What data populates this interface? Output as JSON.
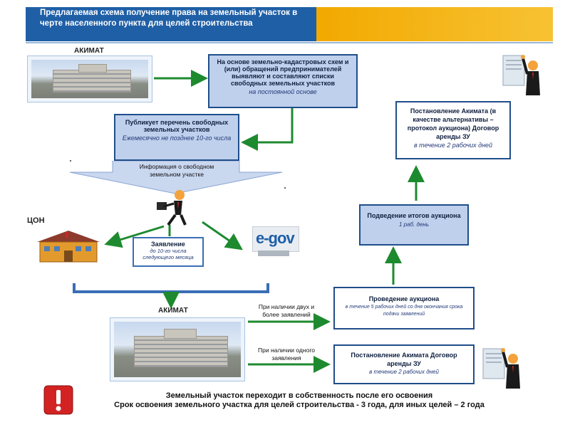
{
  "header": {
    "title": "Предлагаемая схема получение  права на земельный участок в черте населенного пункта  для целей строительства"
  },
  "akimat_label_top": "АКИМАТ",
  "akimat_label_bottom": "АКИМАТ",
  "tson_label": "ЦОН",
  "egov_label": "e-gov",
  "box_lists": {
    "text": "На основе земельно-кадастровых схем и (или) обращений предпринимателей выявляют и составляют списки свободных земельных участков",
    "period": "на постоянной основе"
  },
  "box_publish": {
    "text": "Публикует перечень свободных земельных участков",
    "period": "Ежемесячно не позднее 10-го числа"
  },
  "info_arrow": "Информация о свободном земельном участке",
  "box_application": {
    "title": "Заявление",
    "period": "до 10-го числа следующего месяца"
  },
  "box_resolution_top": {
    "text": "Постановление Акимата (в качестве альтернативы – протокол аукциона) Договор аренды ЗУ",
    "period": "в течение 2 рабочих дней"
  },
  "box_results": {
    "text": "Подведение итогов аукциона",
    "period": "1 раб. день"
  },
  "box_auction": {
    "text": "Проведение аукциона",
    "period": "в течение 5 рабочих дней со дня окончания срока подачи заявлений"
  },
  "box_resolution_bottom": {
    "text": "Постановление Акимата Договор аренды ЗУ",
    "period": "в течение 2 рабочих дней"
  },
  "cond_two": "При наличии двух и более заявлений",
  "cond_one": "При наличии одного заявления",
  "footer": {
    "line1": "Земельный участок переходит в собственность после его освоения",
    "line2": "Срок освоения земельного участка для целей строительства - 3 года, для иных целей – 2 года"
  },
  "colors": {
    "header_blue": "#1f5fa6",
    "header_orange": "#f2a900",
    "arrow_green": "#1e8a2f",
    "box_border": "#1f4e8a"
  }
}
